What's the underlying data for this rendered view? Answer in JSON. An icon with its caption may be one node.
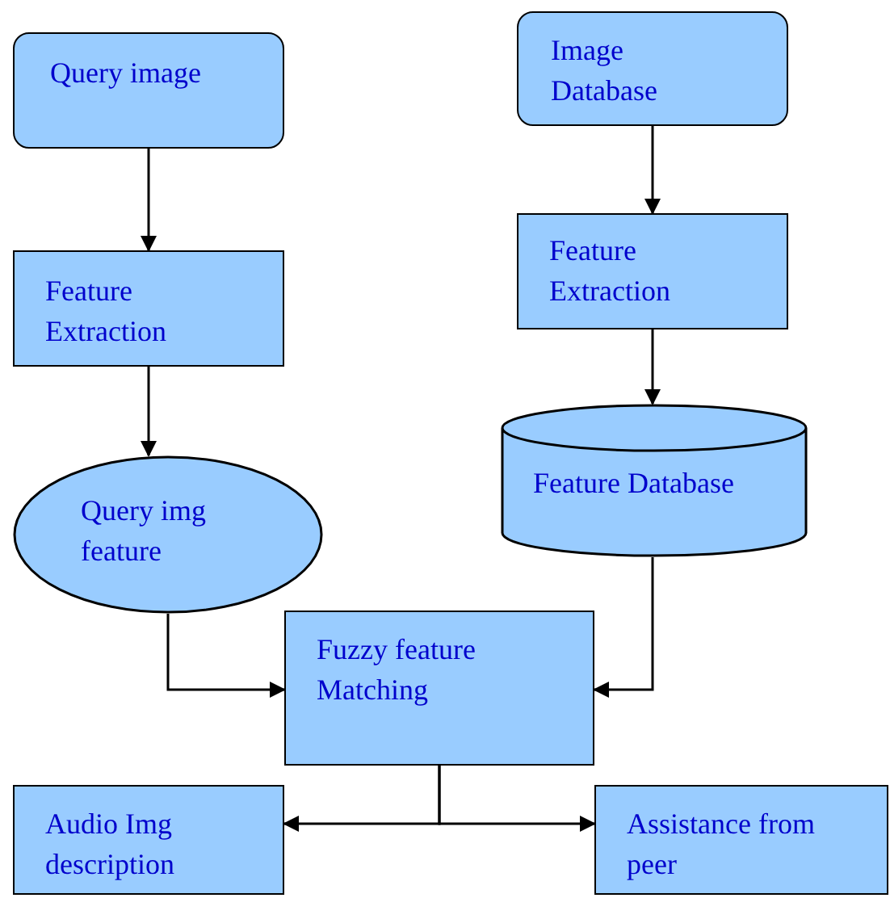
{
  "diagram": {
    "nodes": [
      {
        "text": [
          "Query image"
        ]
      },
      {
        "text": [
          "Image Database"
        ]
      },
      {
        "text": [
          "Feature Extraction"
        ]
      },
      {
        "text": [
          "Feature Extraction"
        ]
      },
      {
        "text": [
          "Query img feature"
        ]
      },
      {
        "text": [
          "Feature Database"
        ]
      },
      {
        "text": [
          "Fuzzy feature Matching"
        ]
      },
      {
        "text": [
          "Audio Img description"
        ]
      },
      {
        "text": [
          "Assistance from peer"
        ]
      }
    ],
    "edges": [
      {
        "from": 0,
        "to": 2,
        "arrow": "to"
      },
      {
        "from": 1,
        "to": 3,
        "arrow": "to"
      },
      {
        "from": 2,
        "to": 4,
        "arrow": "to"
      },
      {
        "from": 3,
        "to": 5,
        "arrow": "to"
      },
      {
        "from": 4,
        "to": 6,
        "arrow": "to"
      },
      {
        "from": 5,
        "to": 6,
        "arrow": "to"
      },
      {
        "from": 6,
        "to": 7,
        "arrow": "to"
      },
      {
        "from": 6,
        "to": 8,
        "arrow": "to"
      }
    ]
  }
}
